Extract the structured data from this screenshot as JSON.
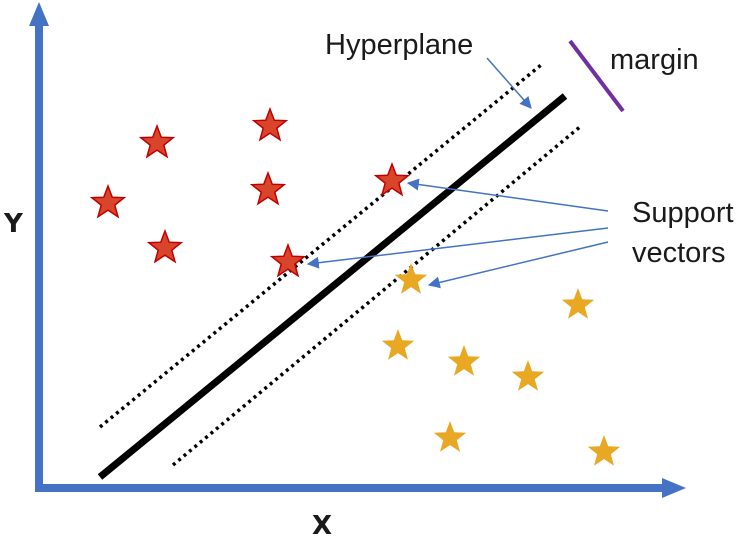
{
  "axes": {
    "x_label": "X",
    "y_label": "Y",
    "color": "#4472C4"
  },
  "labels": {
    "hyperplane": "Hyperplane",
    "margin": "margin",
    "support_line1": "Support",
    "support_line2": "vectors"
  },
  "colors": {
    "class_a_fill": "#D9452B",
    "class_a_stroke": "#C00000",
    "class_b_fill": "#E8A823",
    "hyperplane": "#000000",
    "margin_lines": "#000000",
    "margin_bar": "#7030A0",
    "arrows": "#4472C4"
  },
  "icons": {
    "point": "star-icon"
  }
}
